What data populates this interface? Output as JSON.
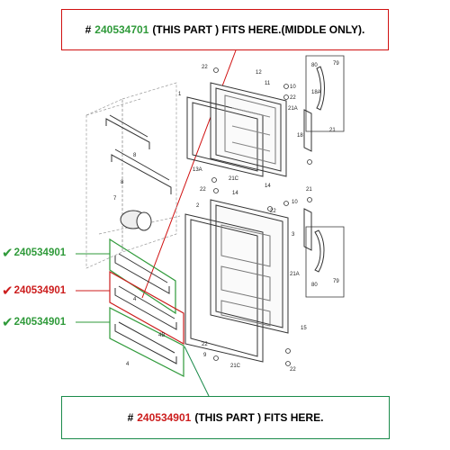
{
  "callout_top": {
    "hash": "#",
    "part_number": "240534701",
    "text": "(THIS PART ) FITS HERE.(MIDDLE ONLY).",
    "part_color": "#2f9a3a",
    "border_color": "#d01010"
  },
  "callout_bottom": {
    "hash": "#",
    "part_number": "240534901",
    "text": "(THIS PART ) FITS HERE.",
    "part_color": "#cc1d1d",
    "border_color": "#1a8a4a"
  },
  "side_labels": [
    {
      "check": "✔",
      "label": "240534901",
      "color": "#2f9a3a"
    },
    {
      "check": "✔",
      "label": "240534901",
      "color": "#cc1d1d"
    },
    {
      "check": "✔",
      "label": "240534901",
      "color": "#2f9a3a"
    }
  ],
  "diagram_labels": {
    "l22a": "22",
    "l12": "12",
    "l11": "11",
    "l1": "1",
    "l10a": "10",
    "l22b": "22",
    "l21a_top": "21A",
    "l80a": "80",
    "l79a": "79",
    "l18a": "18A",
    "l18": "18",
    "l21a": "21",
    "l8a": "8",
    "l8b": "8",
    "l13a": "13A",
    "l21c_a": "21C",
    "l22c": "22",
    "l14a": "14",
    "l14b": "14",
    "l21b": "21",
    "l7": "7",
    "l2": "2",
    "l10b": "10",
    "l22d": "22",
    "l3": "3",
    "l21a_bot": "21A",
    "l80b": "80",
    "l79b": "79",
    "l4a": "4",
    "l4b": "4B",
    "l4c": "4",
    "l15": "15",
    "l22e": "22",
    "l21c_b": "21C",
    "l22f": "22",
    "l9": "9"
  }
}
